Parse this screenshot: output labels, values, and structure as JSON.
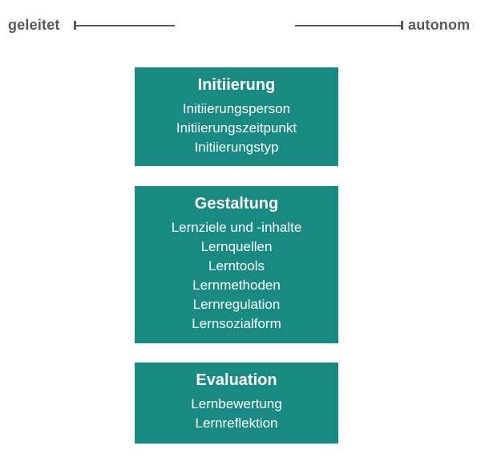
{
  "scale": {
    "left_label": "geleitet",
    "right_label": "autonom"
  },
  "boxes": [
    {
      "title": "Initiierung",
      "items": [
        "Initiierungsperson",
        "Initiierungszeitpunkt",
        "Initiierungstyp"
      ]
    },
    {
      "title": "Gestaltung",
      "items": [
        "Lernziele und -inhalte",
        "Lernquellen",
        "Lerntools",
        "Lernmethoden",
        "Lernregulation",
        "Lernsozialform"
      ]
    },
    {
      "title": "Evaluation",
      "items": [
        "Lernbewertung",
        "Lernreflektion"
      ]
    }
  ],
  "colors": {
    "background": "#ffffff",
    "box_background": "#198a81",
    "box_text": "#ffffff",
    "scale_color": "#58595b"
  }
}
